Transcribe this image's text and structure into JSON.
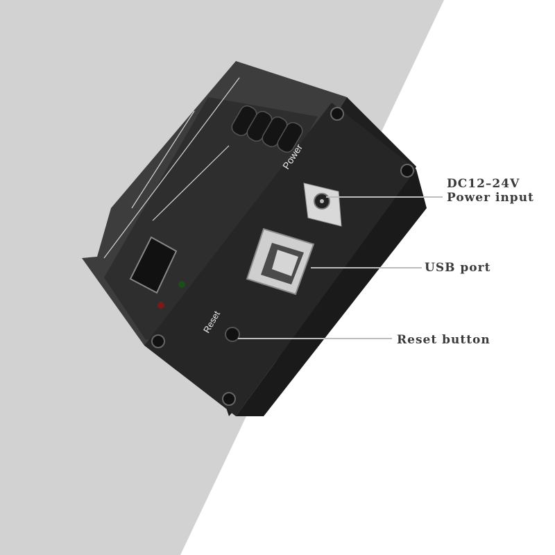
{
  "callouts": {
    "power": {
      "line1": "DC12–24V",
      "line2": "Power input"
    },
    "usb": "USB port",
    "reset": "Reset button"
  },
  "device": {
    "power_label": "Power",
    "reset_label": "Reset"
  },
  "colors": {
    "background_grey": "#d0d0d0",
    "device_body": "#2b2b2b",
    "label_text": "#3a3a3a",
    "leader_line": "#bdbdbd"
  }
}
